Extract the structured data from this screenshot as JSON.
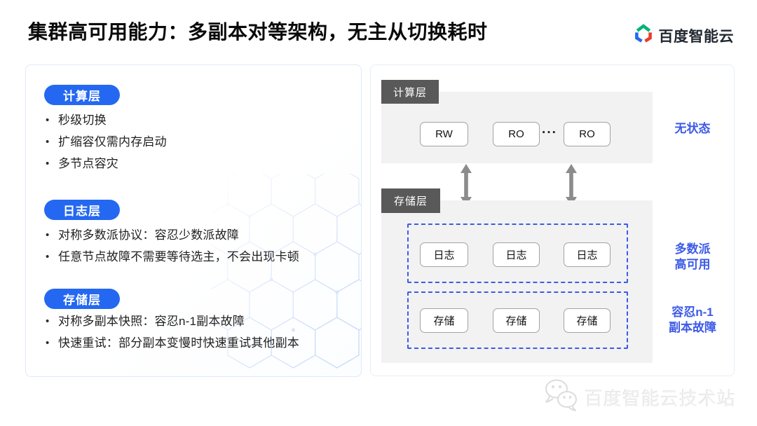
{
  "title": "集群高可用能力：多副本对等架构，无主从切换耗时",
  "logo": {
    "text": "百度智能云"
  },
  "left_panel": {
    "sections": [
      {
        "label": "计算层",
        "bullets": [
          "秒级切换",
          "扩缩容仅需内存启动",
          "多节点容灾"
        ]
      },
      {
        "label": "日志层",
        "bullets": [
          "对称多数派协议：容忍少数派故障",
          "任意节点故障不需要等待选主，不会出现卡顿"
        ]
      },
      {
        "label": "存储层",
        "bullets": [
          "对称多副本快照：容忍n-1副本故障",
          "快速重试：部分副本变慢时快速重试其他副本"
        ]
      }
    ]
  },
  "diagram": {
    "compute_layer": {
      "tag": "计算层",
      "nodes": [
        "RW",
        "RO",
        "RO"
      ],
      "ellipsis": "···",
      "annotation": "无状态"
    },
    "storage_layer": {
      "tag": "存储层",
      "log_group": {
        "nodes": [
          "日志",
          "日志",
          "日志"
        ],
        "annotation_lines": [
          "多数派",
          "高可用"
        ]
      },
      "storage_group": {
        "nodes": [
          "存储",
          "存储",
          "存储"
        ],
        "annotation_lines": [
          "容忍n-1",
          "副本故障"
        ]
      }
    }
  },
  "watermark": {
    "text": "百度智能云技术站",
    "icon": "wechat-icon"
  },
  "colors": {
    "accent_blue": "#2468F2",
    "annotation_blue": "#3D5AE8",
    "dashed_blue": "#3D5BE4",
    "tag_gray": "#595959",
    "arrow_gray": "#8C8C8C",
    "layer_bg_gray": "#F2F2F3",
    "logo_green": "#00B578",
    "logo_red": "#E93D2E"
  }
}
